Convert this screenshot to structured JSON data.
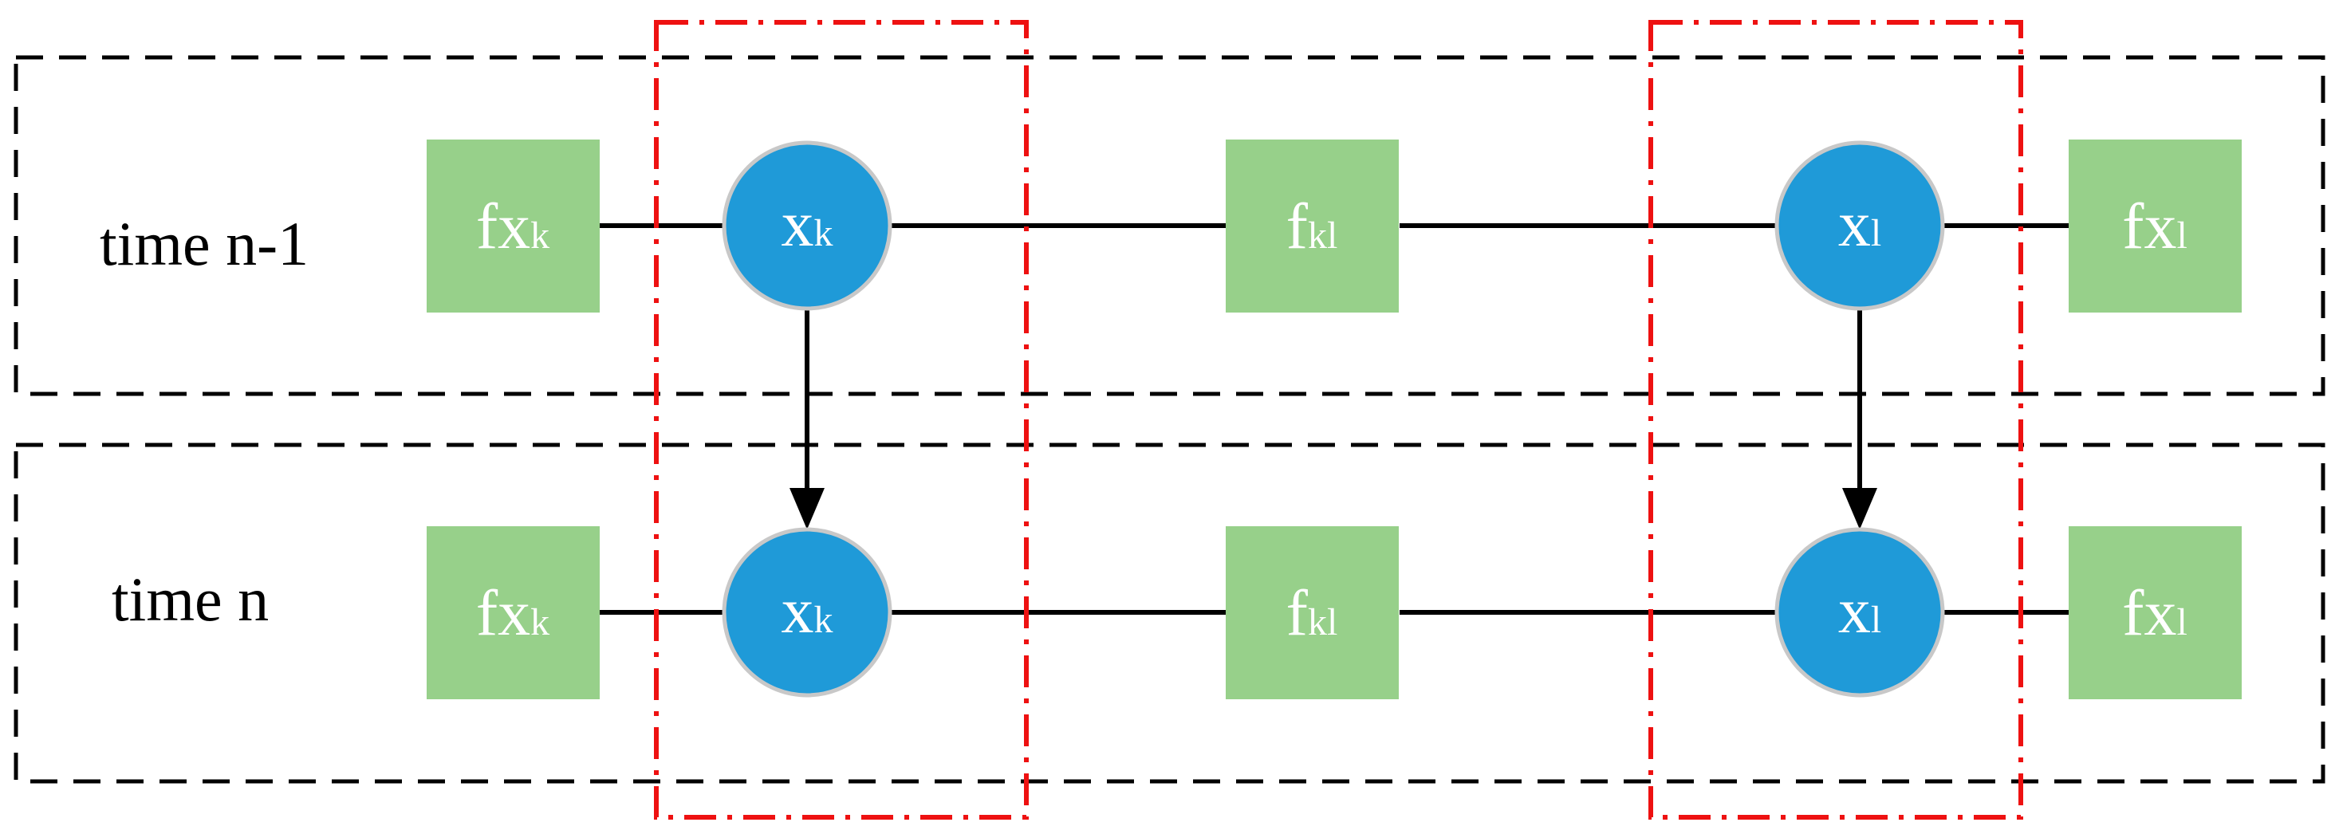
{
  "colors": {
    "factor_fill": "#97d08a",
    "variable_fill": "#1f9ad8",
    "variable_stroke": "#c8c8c8",
    "edge": "#000000",
    "row_frame": "#000000",
    "variable_group_frame": "#ee1111"
  },
  "rows": [
    {
      "label": "time n-1",
      "nodes": {
        "fxk_left": {
          "main": "fx",
          "sub": "k"
        },
        "xk": {
          "main": "x",
          "sub": "k"
        },
        "fkl": {
          "main": "f",
          "sub": "kl"
        },
        "xl": {
          "main": "x",
          "sub": "l"
        },
        "fxl_right": {
          "main": "fx",
          "sub": "l"
        }
      }
    },
    {
      "label": "time n",
      "nodes": {
        "fxk_left": {
          "main": "fx",
          "sub": "k"
        },
        "xk": {
          "main": "x",
          "sub": "k"
        },
        "fkl": {
          "main": "f",
          "sub": "kl"
        },
        "xl": {
          "main": "x",
          "sub": "l"
        },
        "fxl_right": {
          "main": "fx",
          "sub": "l"
        }
      }
    }
  ]
}
